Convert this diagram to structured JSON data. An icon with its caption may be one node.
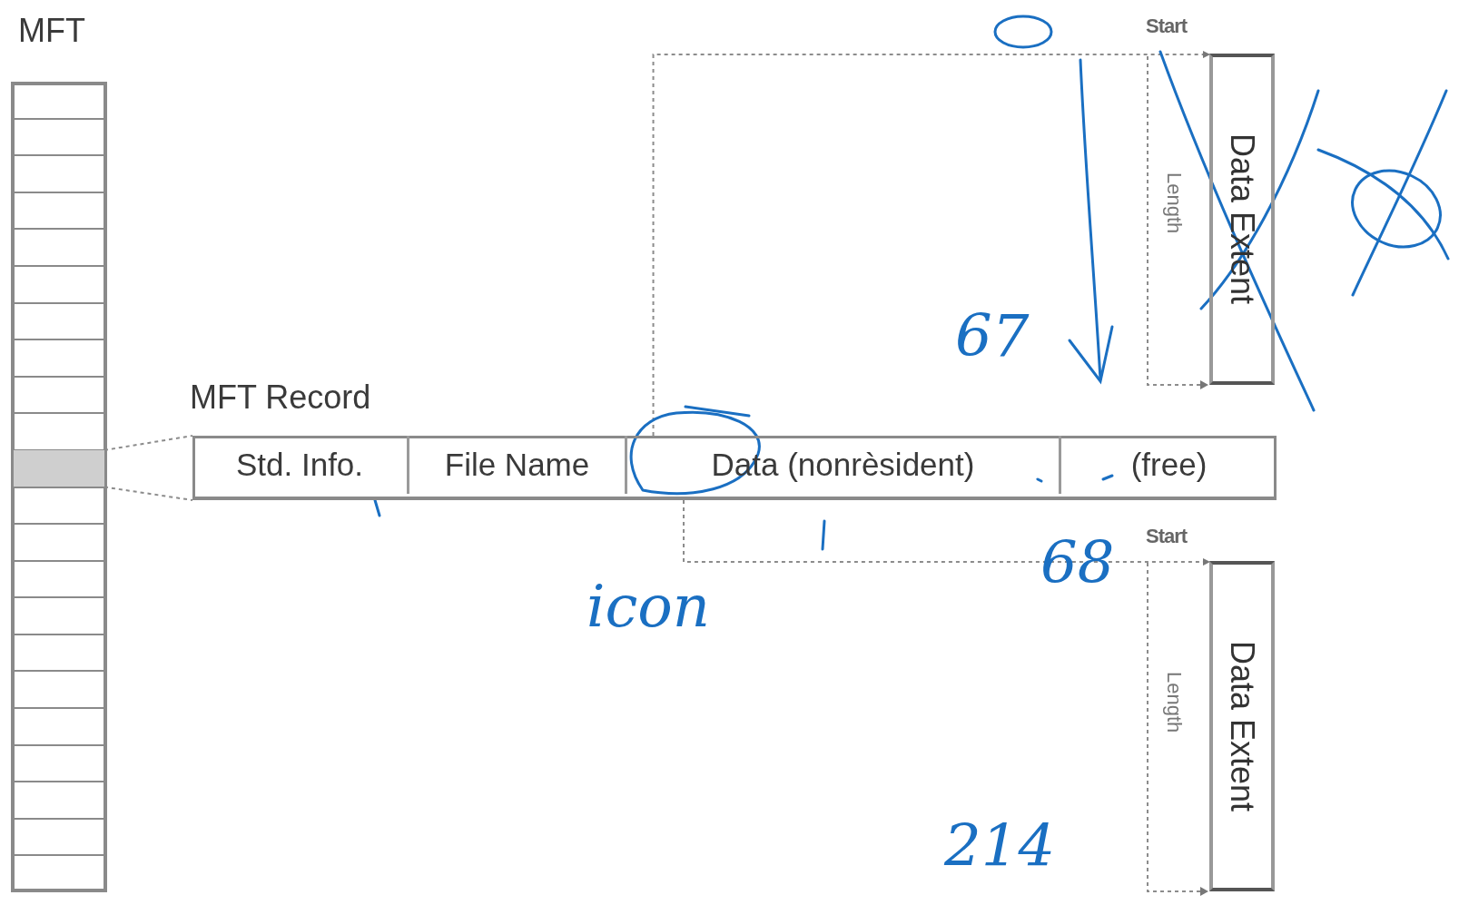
{
  "diagram": {
    "nodes": [
      {
        "text": [
          "MFT"
        ]
      },
      {
        "text": [],
        "shape": "bar",
        "in": 0
      },
      {
        "text": [
          "MFT Record"
        ]
      },
      {
        "text": [
          "Std. Info."
        ],
        "in": 2
      },
      {
        "text": [
          "File Name"
        ],
        "in": 2
      },
      {
        "text": [
          "Data (nonrèsident)"
        ],
        "in": 2
      },
      {
        "text": [
          "(free)"
        ],
        "in": 2
      },
      {
        "text": [
          "Data Extent"
        ]
      },
      {
        "text": [
          "Data Extent"
        ]
      }
    ],
    "edges": [
      {
        "from": 1,
        "to": 2,
        "arrow": "none",
        "style": "dashed"
      },
      {
        "from": 1,
        "to": 2,
        "arrow": "none",
        "style": "dashed"
      },
      {
        "from": 5,
        "to": 7,
        "arrow": "to",
        "style": "dashed"
      },
      {
        "from": 5,
        "to": 8,
        "arrow": "to",
        "style": "dashed"
      }
    ],
    "labels": [
      "Start",
      "Length",
      "67",
      "68",
      "Start",
      "Length",
      "icon",
      "214"
    ]
  }
}
